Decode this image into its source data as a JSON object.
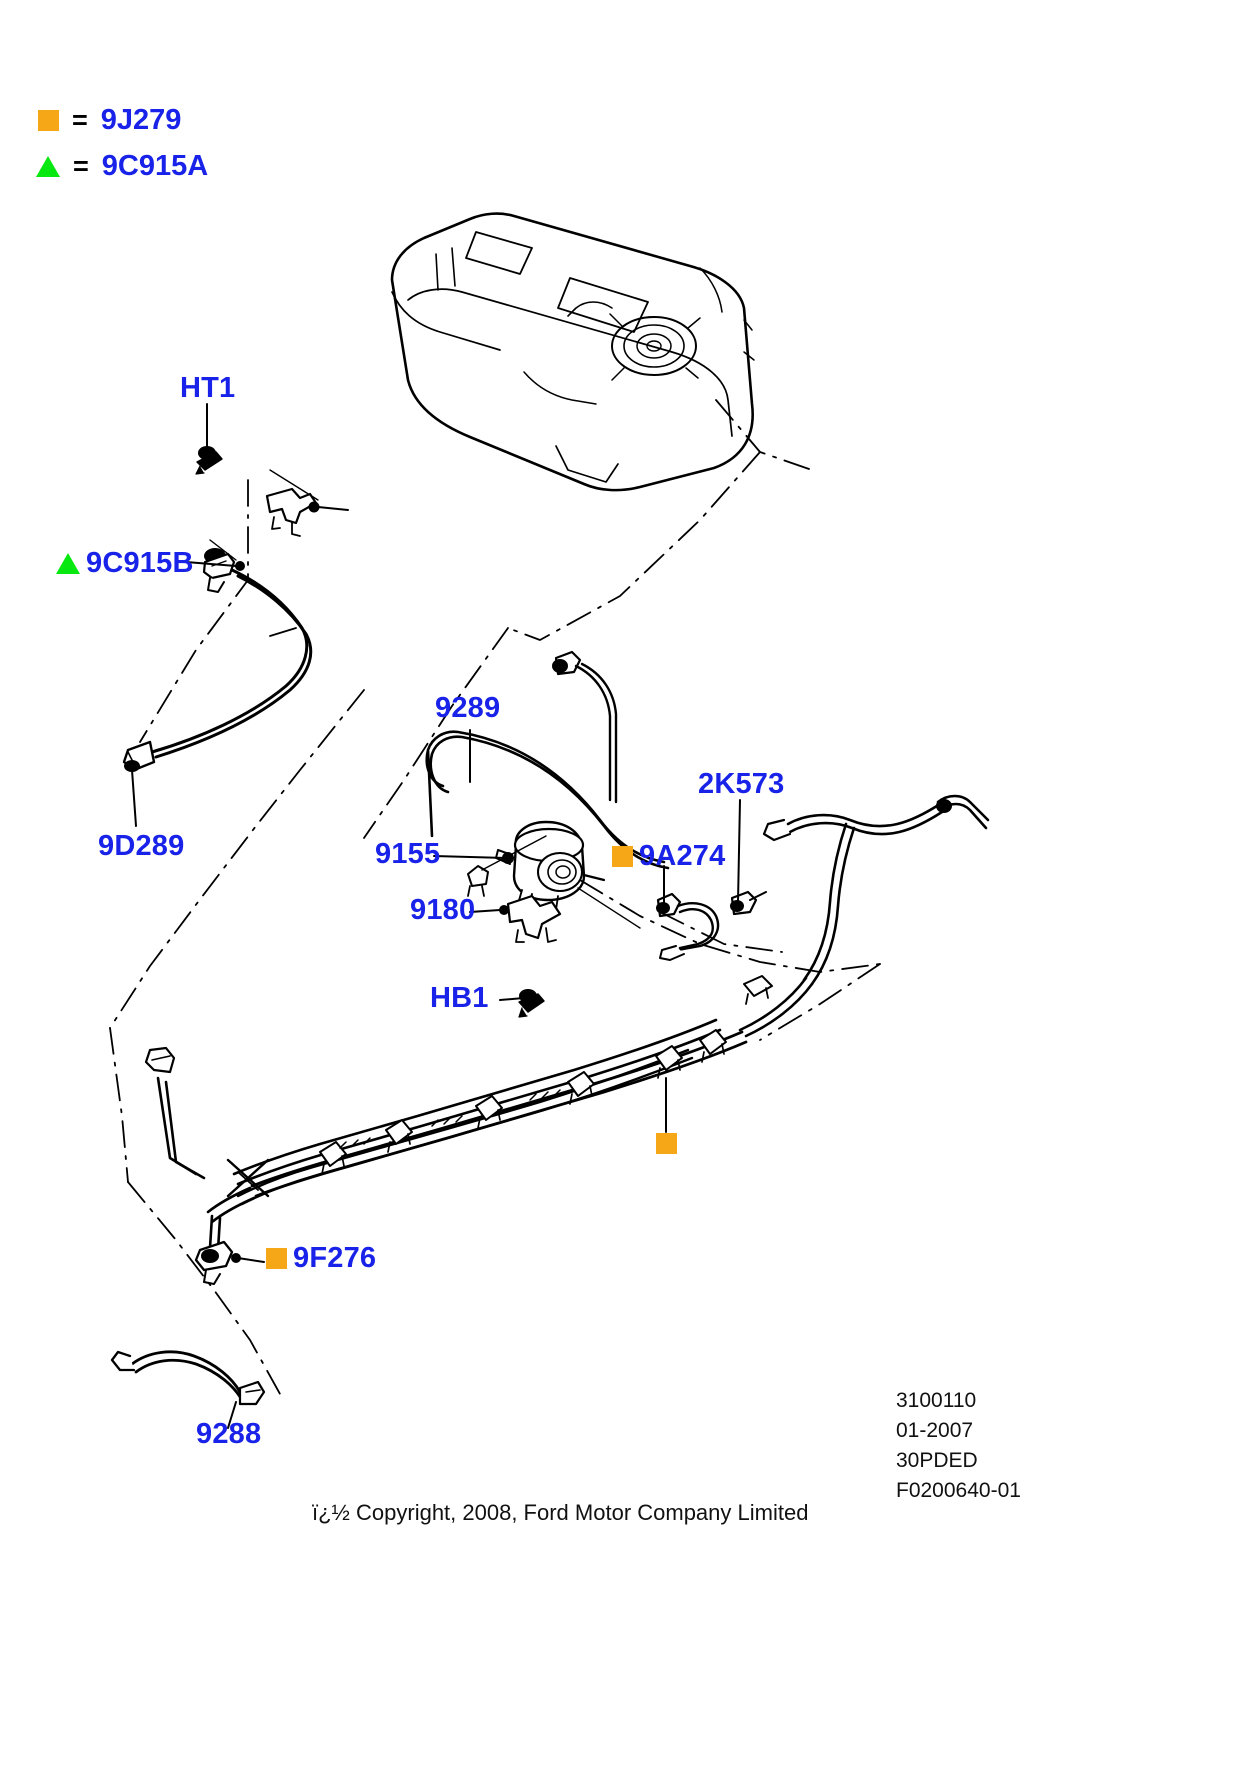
{
  "document": {
    "type": "automotive-parts-exploded-diagram",
    "subject": "Fuel tank, lines and filter assembly",
    "colors": {
      "callout_blue": "#1822e8",
      "marker_orange": "#f5a718",
      "marker_green": "#06e810",
      "line_black": "#000000",
      "background": "#ffffff"
    }
  },
  "legend": {
    "rows": [
      {
        "marker": "square-marker",
        "marker_color": "#f5a718",
        "equals": "=",
        "label": "9J279"
      },
      {
        "marker": "triangle-marker",
        "marker_color": "#06e810",
        "equals": "=",
        "label": "9C915A"
      }
    ]
  },
  "callouts": [
    {
      "id": "ht1",
      "label": "HT1"
    },
    {
      "id": "c9c915b",
      "label": "9C915B",
      "marker": "triangle-marker"
    },
    {
      "id": "c9d289",
      "label": "9D289"
    },
    {
      "id": "c9289",
      "label": "9289"
    },
    {
      "id": "c9155",
      "label": "9155"
    },
    {
      "id": "c9180",
      "label": "9180"
    },
    {
      "id": "hb1",
      "label": "HB1"
    },
    {
      "id": "c9a274",
      "label": "9A274",
      "marker": "square-marker"
    },
    {
      "id": "c2k573",
      "label": "2K573"
    },
    {
      "id": "c9f276",
      "label": "9F276",
      "marker": "square-marker"
    },
    {
      "id": "c9288",
      "label": "9288"
    }
  ],
  "footer": {
    "meta_lines": [
      "3100110",
      "01-2007",
      "30PDED",
      "F0200640-01"
    ],
    "copyright": "ï¿½ Copyright, 2008, Ford Motor Company Limited"
  }
}
